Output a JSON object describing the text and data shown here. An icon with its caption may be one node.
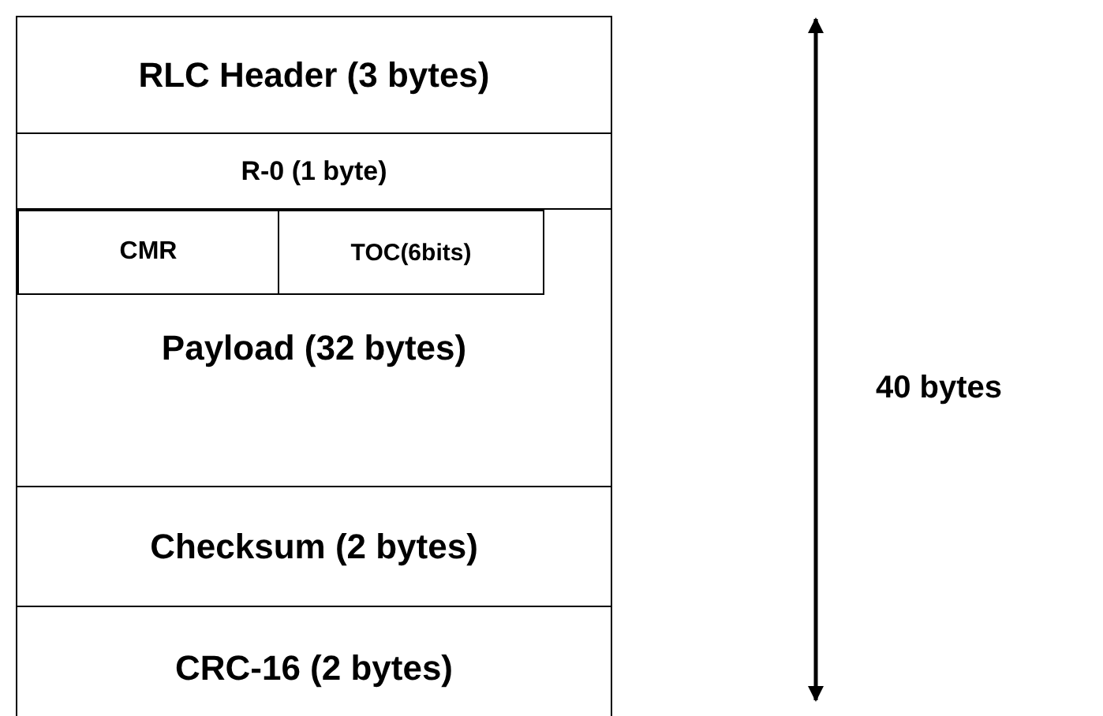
{
  "diagram": {
    "nodes": [
      {
        "text": [
          "RLC Header (3 bytes)"
        ]
      },
      {
        "text": [
          "R-0 (1 byte)"
        ]
      },
      {
        "text": [
          "Payload (32 bytes)"
        ]
      },
      {
        "text": [
          "CMR"
        ],
        "in": 2
      },
      {
        "text": [
          "TOC(6bits)"
        ],
        "in": 2
      },
      {
        "text": [
          "Checksum (2 bytes)"
        ]
      },
      {
        "text": [
          "CRC-16 (2 bytes)"
        ]
      }
    ],
    "labels": [
      "40 bytes"
    ]
  }
}
